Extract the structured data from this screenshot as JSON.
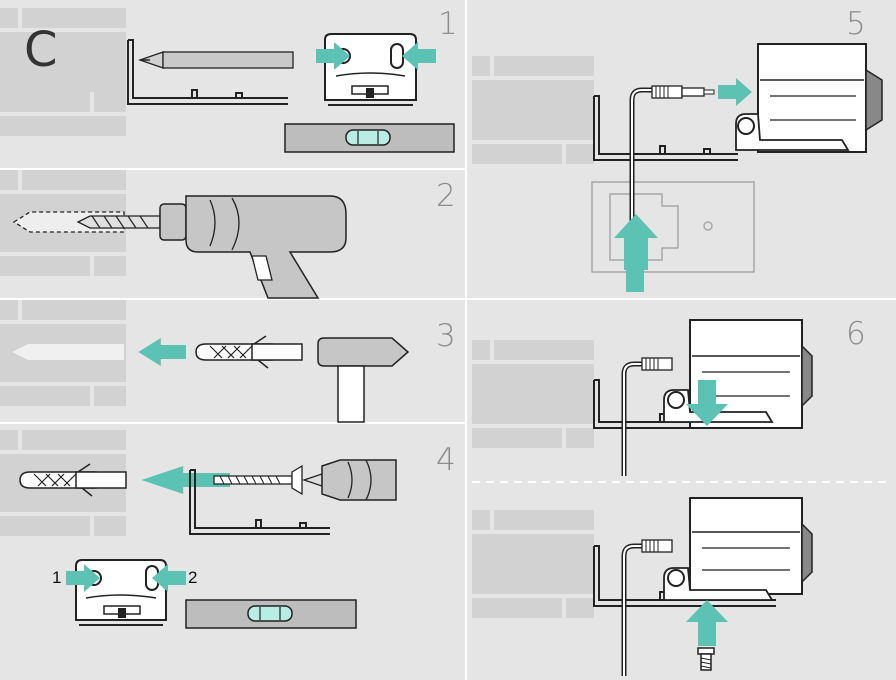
{
  "section_letter": "C",
  "steps": [
    "1",
    "2",
    "3",
    "4",
    "5",
    "6"
  ],
  "hole_labels": {
    "first": "1",
    "second": "2"
  },
  "colors": {
    "panel": "#e5e5e5",
    "brick": "#d2d2d2",
    "arrow": "#5cc2b4",
    "line": "#222222",
    "level": "#bdbdbd",
    "bubble": "#b8ede4"
  },
  "icons": [
    "pencil-icon",
    "bracket-icon",
    "spirit-level-icon",
    "drill-icon",
    "wall-plug-icon",
    "hammer-icon",
    "screw-icon",
    "camera-icon",
    "cable-icon",
    "arrow-icon"
  ]
}
